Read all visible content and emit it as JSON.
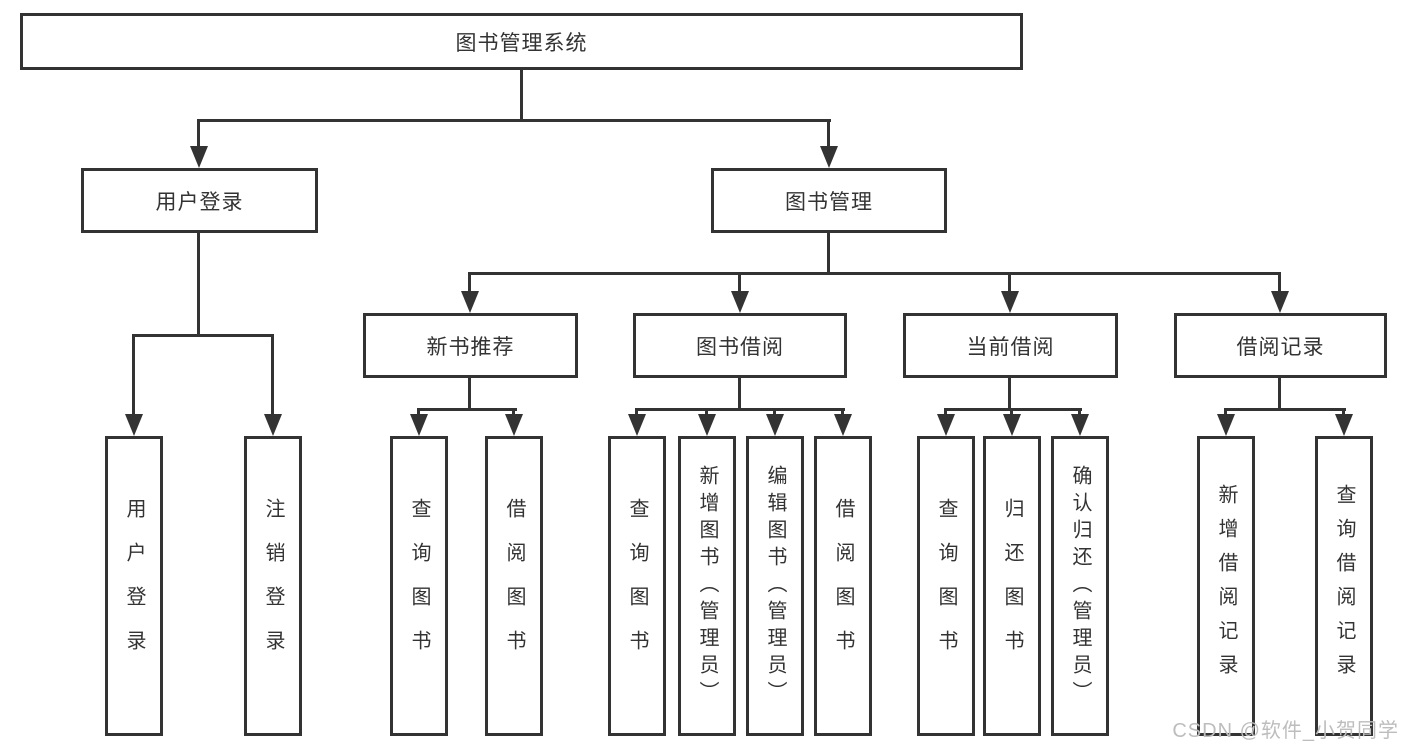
{
  "tree": {
    "root": "图书管理系统",
    "user": {
      "label": "用户登录",
      "children": [
        "用户登录",
        "注销登录"
      ]
    },
    "mgmt": {
      "label": "图书管理",
      "groups": [
        {
          "label": "新书推荐",
          "children": [
            "查询图书",
            "借阅图书"
          ]
        },
        {
          "label": "图书借阅",
          "children": [
            "查询图书",
            "新增图书（管理员）",
            "编辑图书（管理员）",
            "借阅图书"
          ]
        },
        {
          "label": "当前借阅",
          "children": [
            "查询图书",
            "归还图书",
            "确认归还（管理员）"
          ]
        },
        {
          "label": "借阅记录",
          "children": [
            "新增借阅记录",
            "查询借阅记录"
          ]
        }
      ]
    }
  },
  "watermark": "CSDN @软件_小贺同学",
  "colors": {
    "line": "#333333",
    "box_bg": "#ffffff",
    "watermark": "#bdbdbd"
  }
}
